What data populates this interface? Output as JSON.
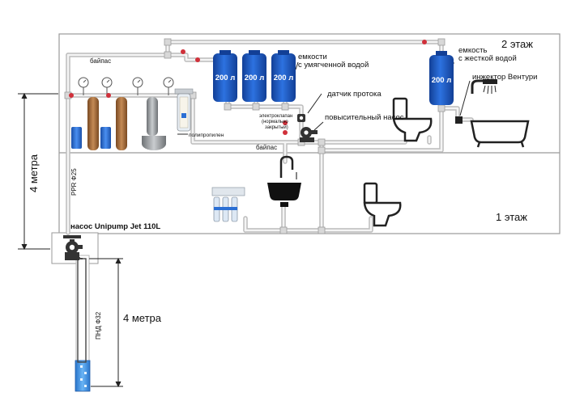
{
  "floors": {
    "upper": "2 этаж",
    "lower": "1 этаж"
  },
  "labels": {
    "bypass_top": "байпас",
    "bypass_bottom": "байпас",
    "polypropylene": "полипропилен",
    "pipe_ppr": "PPR Ф25",
    "pipe_pnd": "ПНД Ф32",
    "pump": "насос Unipump Jet 110L",
    "soft_tanks_1": "емкости",
    "soft_tanks_2": "с умягченной водой",
    "hard_tank_1": "емкость",
    "hard_tank_2": "с жесткой водой",
    "flow_sensor": "датчик протока",
    "valve_1": "электроклапан",
    "valve_2": "(нормально",
    "valve_3": "закрытый)",
    "booster_pump": "повысительный насос",
    "venturi": "инжектор Вентури",
    "height_house": "4 метра",
    "depth_well": "4 метра"
  },
  "tanks": [
    {
      "label": "200 л"
    },
    {
      "label": "200 л"
    },
    {
      "label": "200 л"
    },
    {
      "label": "200 л"
    }
  ],
  "colors": {
    "tank_blue": "#1f5fc8",
    "valve_red": "#d0303a",
    "filter_brown": "#a46a3a",
    "filter_gray": "#9fa3a6",
    "salt_blue": "#2b6fd4",
    "well_blue": "#3a8fe0"
  }
}
